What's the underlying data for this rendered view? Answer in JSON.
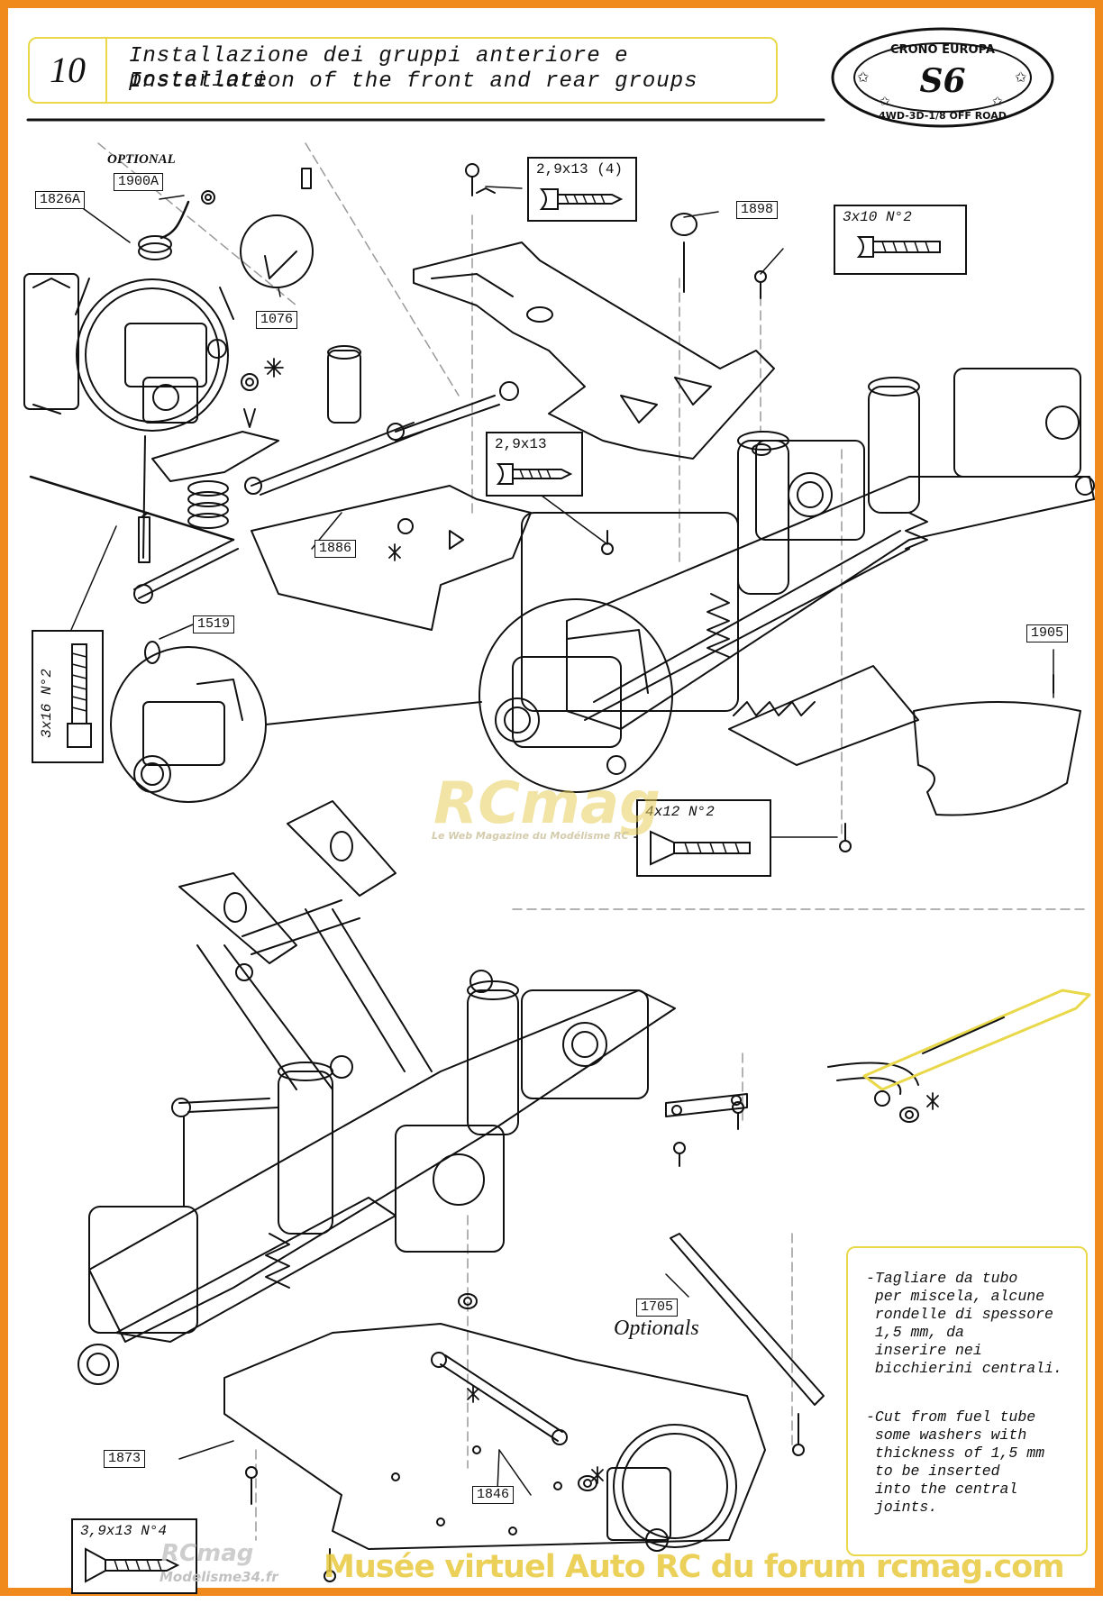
{
  "header": {
    "step_number": "10",
    "title_it": "Installazione dei gruppi anteriore e posteriore",
    "title_en": "Installation of the front and rear groups"
  },
  "logo": {
    "arc_top": "CRONO EUROPA",
    "center": "S6",
    "arc_bottom": "4WD-3D-1/8 OFF ROAD"
  },
  "labels": {
    "optional": "OPTIONAL",
    "optionals": "Optionals"
  },
  "part_numbers": {
    "p1900A": "1900A",
    "p1826A": "1826A",
    "p1076": "1076",
    "p1886": "1886",
    "p1519": "1519",
    "p1898": "1898",
    "p1905": "1905",
    "p1705": "1705",
    "p1873": "1873",
    "p1846": "1846"
  },
  "screws": {
    "s1": "2,9x13 (4)",
    "s2": "3x10 N°2",
    "s3": "2,9x13",
    "s4": "3x16 N°2",
    "s5": "4x12 N°2",
    "s6": "3,9x13 N°4"
  },
  "notes": {
    "it": "-Tagliare da tubo\n per miscela, alcune\n rondelle di spessore\n 1,5 mm, da\n inserire nei\n bicchierini centrali.",
    "en": "-Cut from fuel tube\n some washers with\n thickness of 1,5 mm\n to be inserted\n into the central\n joints."
  },
  "watermarks": {
    "rcmag": "RCmag",
    "rcmag_sub": "Le Web Magazine du Modélisme RC",
    "small_rcmag": "RCmag",
    "small_site": "Modelisme34.fr",
    "banner": "Musée virtuel Auto RC du forum rcmag.com"
  },
  "colors": {
    "frame": "#f08a1c",
    "highlight": "#e8d84a"
  }
}
